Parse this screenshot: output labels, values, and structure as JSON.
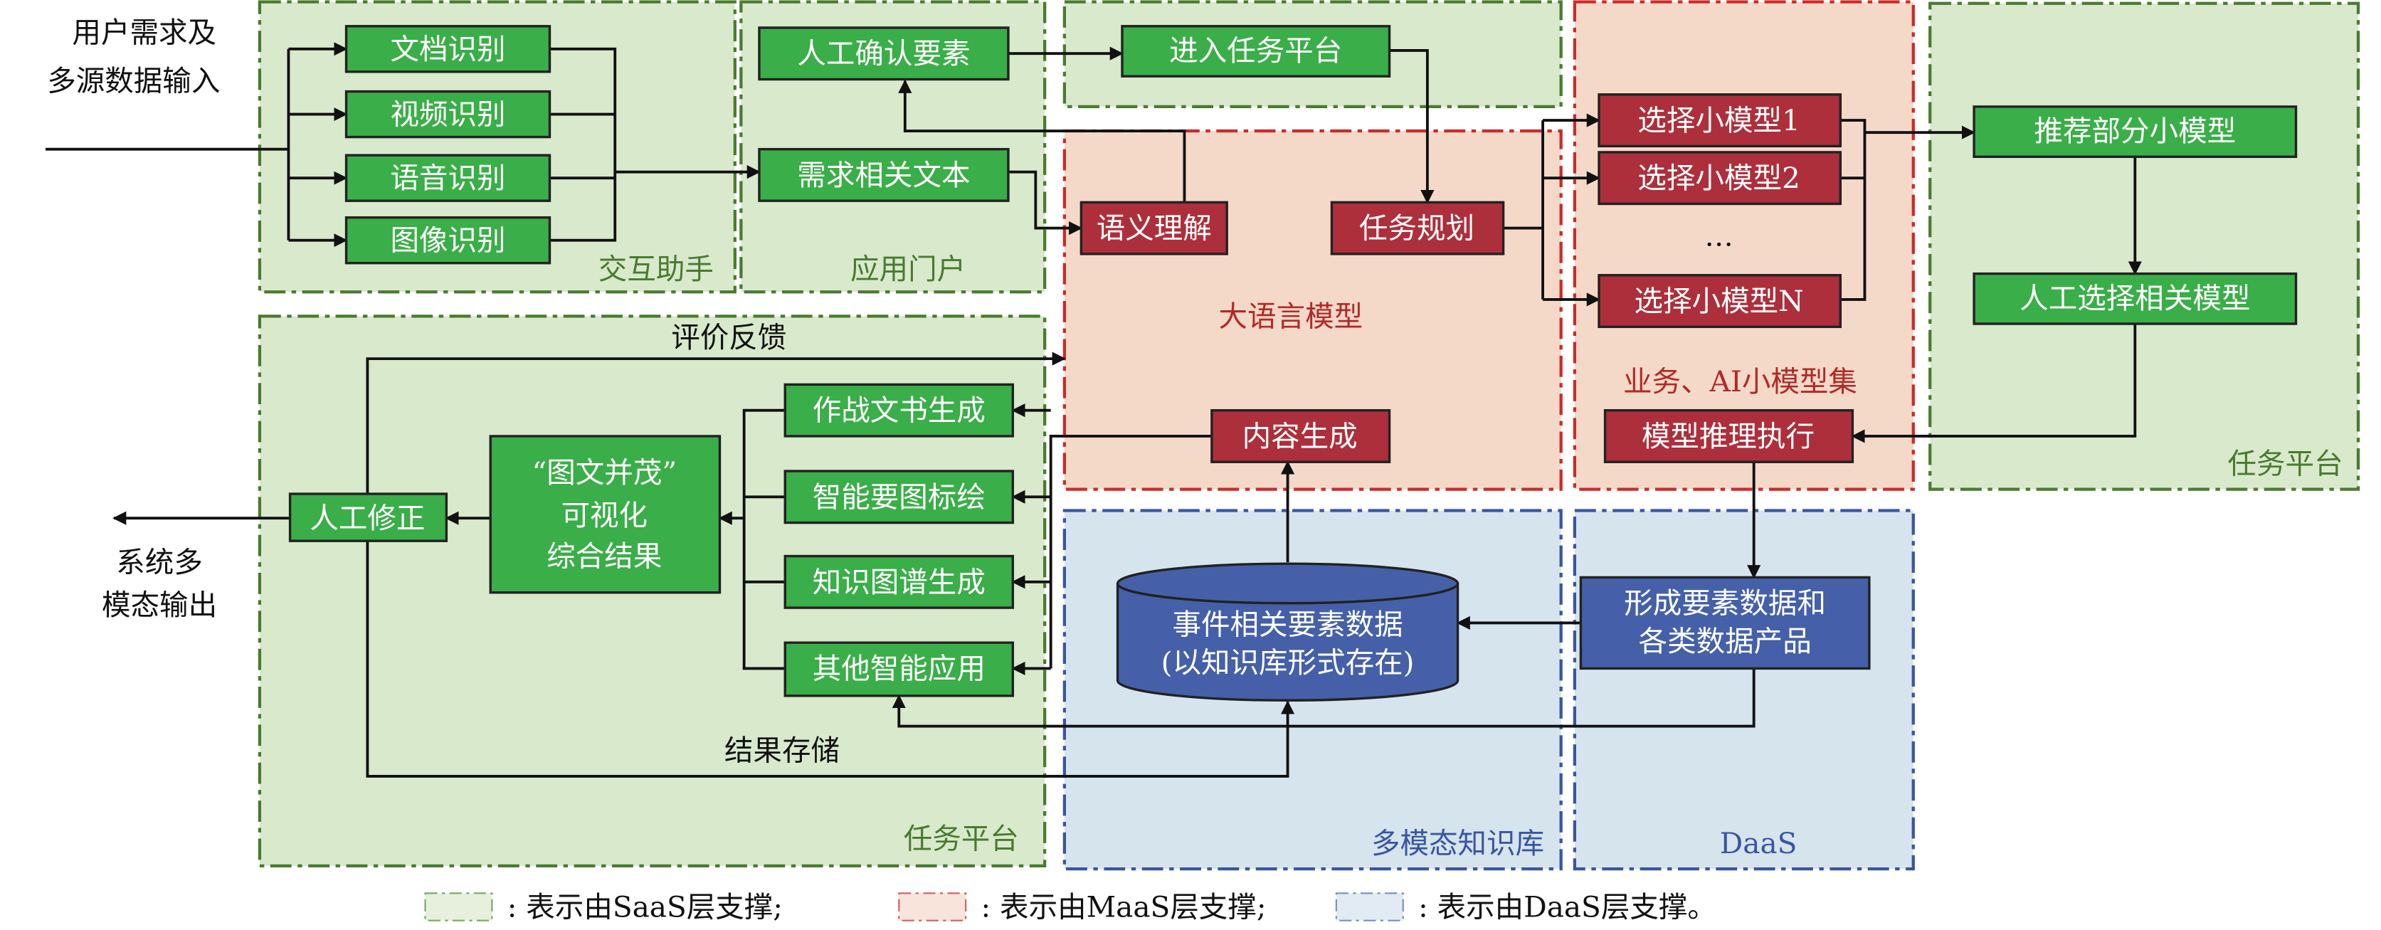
{
  "colors": {
    "saas_green": "#3aae48",
    "maas_red": "#ad2f3b",
    "daas_blue": "#4560a8"
  },
  "input_label": [
    "用户需求及",
    "多源数据输入"
  ],
  "output_label": [
    "系统多",
    "模态输出"
  ],
  "regions": {
    "interaction_assistant": "交互助手",
    "app_portal": "应用门户",
    "llm": "大语言模型",
    "small_models": "业务、AI小模型集",
    "task_platform_right": "任务平台",
    "task_platform_bottom": "任务平台",
    "knowledge_base": "多模态知识库",
    "daas": "DaaS"
  },
  "recognition": [
    "文档识别",
    "视频识别",
    "语音识别",
    "图像识别"
  ],
  "portal": {
    "confirm": "人工确认要素",
    "text": "需求相关文本"
  },
  "enter_platform": "进入任务平台",
  "llm_nodes": {
    "semantic": "语义理解",
    "planning": "任务规划",
    "generation": "内容生成"
  },
  "small_model_select": [
    "选择小模型1",
    "选择小模型2",
    "…",
    "选择小模型N"
  ],
  "platform_nodes": {
    "recommend": "推荐部分小模型",
    "manual_select": "人工选择相关模型"
  },
  "inference": "模型推理执行",
  "daas_box": [
    "形成要素数据和",
    "各类数据产品"
  ],
  "database": [
    "事件相关要素数据",
    "(以知识库形式存在)"
  ],
  "apps": [
    "作战文书生成",
    "智能要图标绘",
    "知识图谱生成",
    "其他智能应用"
  ],
  "visual": [
    "“图文并茂”",
    "可视化",
    "综合结果"
  ],
  "manual_fix": "人工修正",
  "feedback_label": "评价反馈",
  "storage_label": "结果存储",
  "legend": [
    ": 表示由SaaS层支撑;",
    ": 表示由MaaS层支撑;",
    ": 表示由DaaS层支撑。"
  ]
}
